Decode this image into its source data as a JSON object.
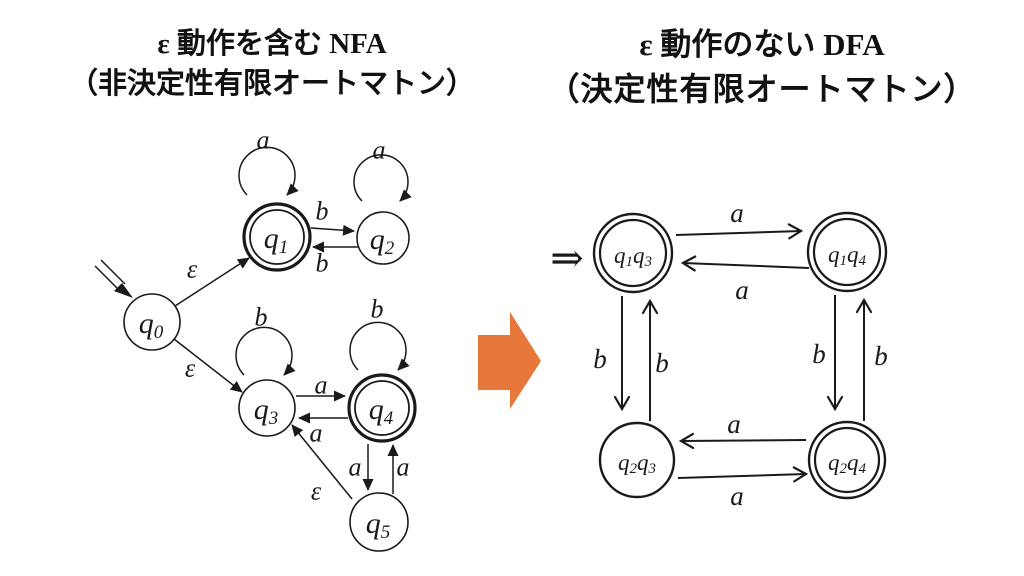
{
  "left_title": {
    "line1": "ε 動作を含む NFA",
    "line2": "（非決定性有限オートマトン）"
  },
  "right_title": {
    "line1": "ε 動作のない DFA",
    "line2": "（決定性有限オートマトン）"
  },
  "arrow_color": "#E8773B",
  "nfa": {
    "states": [
      {
        "id": "q0",
        "base": "q",
        "sub": "0",
        "accepting": false,
        "initial": true
      },
      {
        "id": "q1",
        "base": "q",
        "sub": "1",
        "accepting": true,
        "initial": false
      },
      {
        "id": "q2",
        "base": "q",
        "sub": "2",
        "accepting": false,
        "initial": false
      },
      {
        "id": "q3",
        "base": "q",
        "sub": "3",
        "accepting": false,
        "initial": false
      },
      {
        "id": "q4",
        "base": "q",
        "sub": "4",
        "accepting": true,
        "initial": false
      },
      {
        "id": "q5",
        "base": "q",
        "sub": "5",
        "accepting": false,
        "initial": false
      }
    ],
    "edges": [
      {
        "from": "q0",
        "to": "q1",
        "label": "ε"
      },
      {
        "from": "q0",
        "to": "q3",
        "label": "ε"
      },
      {
        "from": "q1",
        "to": "q1",
        "label": "a"
      },
      {
        "from": "q2",
        "to": "q2",
        "label": "a"
      },
      {
        "from": "q1",
        "to": "q2",
        "label": "b"
      },
      {
        "from": "q2",
        "to": "q1",
        "label": "b"
      },
      {
        "from": "q3",
        "to": "q3",
        "label": "b"
      },
      {
        "from": "q4",
        "to": "q4",
        "label": "b"
      },
      {
        "from": "q3",
        "to": "q4",
        "label": "a"
      },
      {
        "from": "q4",
        "to": "q3",
        "label": "a"
      },
      {
        "from": "q4",
        "to": "q5",
        "label": "a"
      },
      {
        "from": "q5",
        "to": "q4",
        "label": "a"
      },
      {
        "from": "q5",
        "to": "q3",
        "label": "ε"
      }
    ]
  },
  "dfa": {
    "start_symbol": "⇒",
    "states": [
      {
        "id": "q1q3",
        "b1": "q",
        "s1": "1",
        "b2": "q",
        "s2": "3",
        "accepting": true,
        "initial": true
      },
      {
        "id": "q1q4",
        "b1": "q",
        "s1": "1",
        "b2": "q",
        "s2": "4",
        "accepting": true,
        "initial": false
      },
      {
        "id": "q2q3",
        "b1": "q",
        "s1": "2",
        "b2": "q",
        "s2": "3",
        "accepting": false,
        "initial": false
      },
      {
        "id": "q2q4",
        "b1": "q",
        "s1": "2",
        "b2": "q",
        "s2": "4",
        "accepting": true,
        "initial": false
      }
    ],
    "edges": [
      {
        "from": "q1q3",
        "to": "q1q4",
        "label": "a"
      },
      {
        "from": "q1q4",
        "to": "q1q3",
        "label": "a"
      },
      {
        "from": "q1q3",
        "to": "q2q3",
        "label": "b"
      },
      {
        "from": "q2q3",
        "to": "q1q3",
        "label": "b"
      },
      {
        "from": "q1q4",
        "to": "q2q4",
        "label": "b"
      },
      {
        "from": "q2q4",
        "to": "q1q4",
        "label": "b"
      },
      {
        "from": "q2q4",
        "to": "q2q3",
        "label": "a"
      },
      {
        "from": "q2q3",
        "to": "q2q4",
        "label": "a"
      }
    ]
  }
}
